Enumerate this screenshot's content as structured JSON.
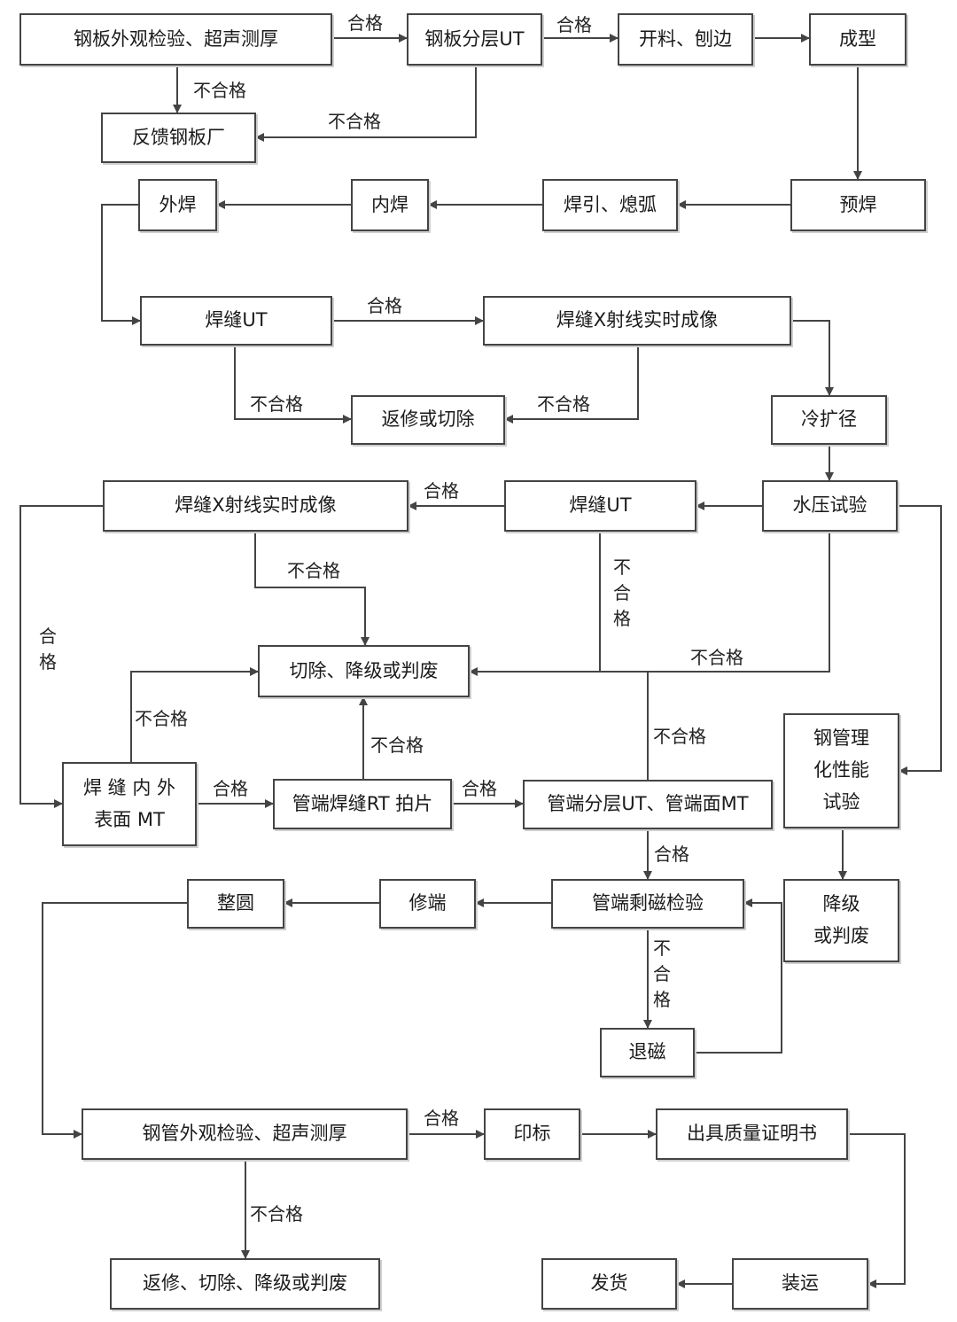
{
  "colors": {
    "line": "#444444",
    "box_border": "#444444",
    "text": "#1a1a1a"
  },
  "nodes": {
    "plate_inspect": "钢板外观检验、超声测厚",
    "plate_ut": "钢板分层UT",
    "cutting": "开料、刨边",
    "forming": "成型",
    "feedback": "反馈钢板厂",
    "outer_weld": "外焊",
    "inner_weld": "内焊",
    "arc": "焊引、熄弧",
    "pre_weld": "预焊",
    "weld_ut_1": "焊缝UT",
    "weld_xray_1": "焊缝X射线实时成像",
    "repair_cut": "返修或切除",
    "cold_expand": "冷扩径",
    "weld_xray_2": "焊缝X射线实时成像",
    "weld_ut_2": "焊缝UT",
    "hydro_test": "水压试验",
    "cut_downgrade": "切除、降级或判废",
    "pipe_props": "钢管理\n化性能\n试验",
    "weld_mt": "焊 缝 内 外\n表面 MT",
    "end_rt": "管端焊缝RT 拍片",
    "end_ut_mt": "管端分层UT、管端面MT",
    "rounding": "整圆",
    "end_finish": "修端",
    "end_magnetic": "管端剩磁检验",
    "downgrade": "降级\n或判废",
    "demagnetize": "退磁",
    "pipe_inspect": "钢管外观检验、超声测厚",
    "marking": "印标",
    "certificate": "出具质量证明书",
    "final_repair": "返修、切除、降级或判废",
    "delivery": "发货",
    "transport": "装运"
  },
  "labels": {
    "pass": "合格",
    "fail": "不合格",
    "pass_vertical": "合\n格",
    "fail_vertical": "不\n合\n格"
  }
}
